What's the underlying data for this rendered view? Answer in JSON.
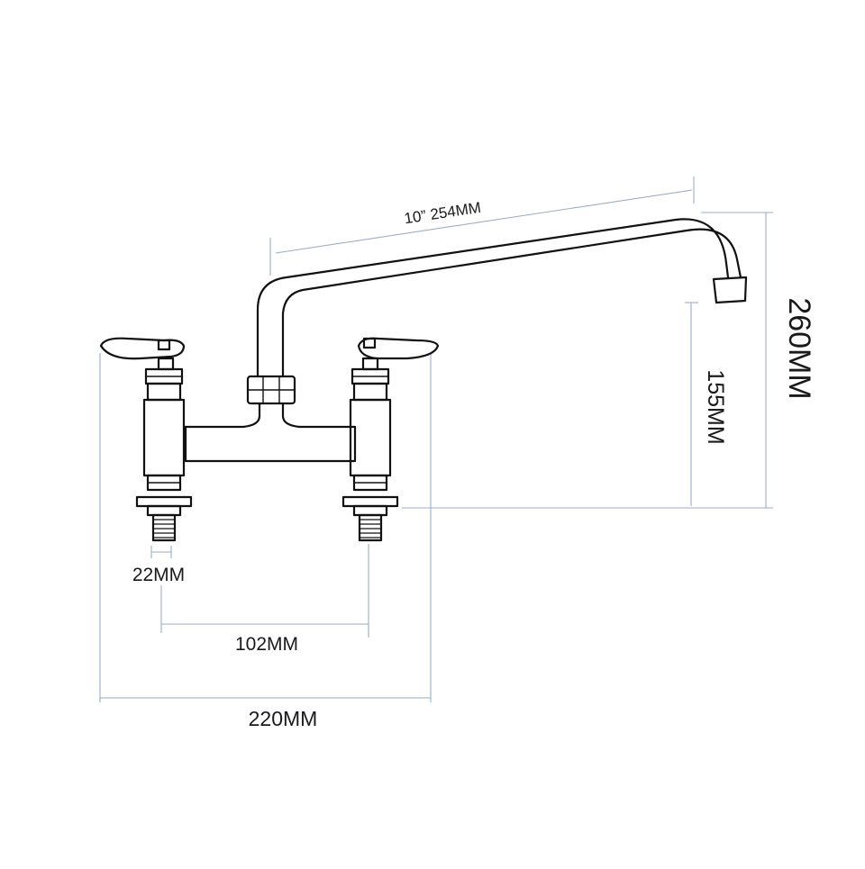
{
  "dimensions": {
    "spout_reach": "10”  254MM",
    "total_height": "260MM",
    "spout_height": "155MM",
    "inlet_diameter": "22MM",
    "center_spacing": "102MM",
    "overall_width": "220MM"
  },
  "colors": {
    "outline": "#111111",
    "dimension_line": "#9aaec6",
    "text": "#1a1a1a"
  }
}
